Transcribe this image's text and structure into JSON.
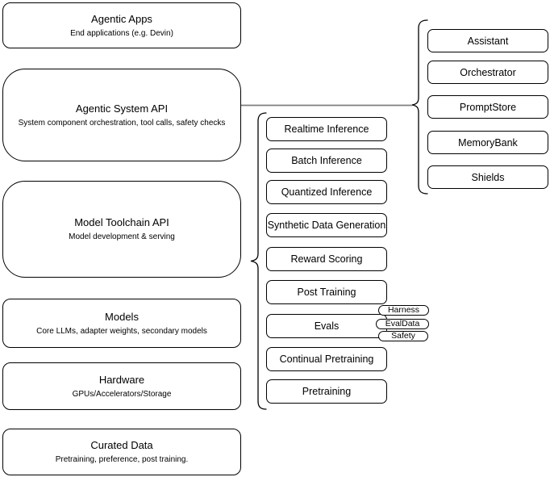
{
  "title": "Agentic system architecture diagram",
  "colors": {
    "stroke": "#000000",
    "background": "#ffffff",
    "connector": "#7f7f7f"
  },
  "left": [
    {
      "title": "Agentic Apps",
      "subtitle": "End applications (e.g. Devin)"
    },
    {
      "title": "Agentic System API",
      "subtitle": "System component orchestration, tool calls, safety checks"
    },
    {
      "title": "Model Toolchain API",
      "subtitle": "Model development & serving"
    },
    {
      "title": "Models",
      "subtitle": "Core LLMs, adapter weights, secondary models"
    },
    {
      "title": "Hardware",
      "subtitle": "GPUs/Accelerators/Storage"
    },
    {
      "title": "Curated Data",
      "subtitle": "Pretraining, preference, post training."
    }
  ],
  "middle": [
    "Realtime Inference",
    "Batch Inference",
    "Quantized Inference",
    "Synthetic Data Generation",
    "Reward Scoring",
    "Post Training",
    "Evals",
    "Continual Pretraining",
    "Pretraining"
  ],
  "evals_tags": [
    "Harness",
    "EvalData",
    "Safety"
  ],
  "right": [
    "Assistant",
    "Orchestrator",
    "PromptStore",
    "MemoryBank",
    "Shields"
  ]
}
